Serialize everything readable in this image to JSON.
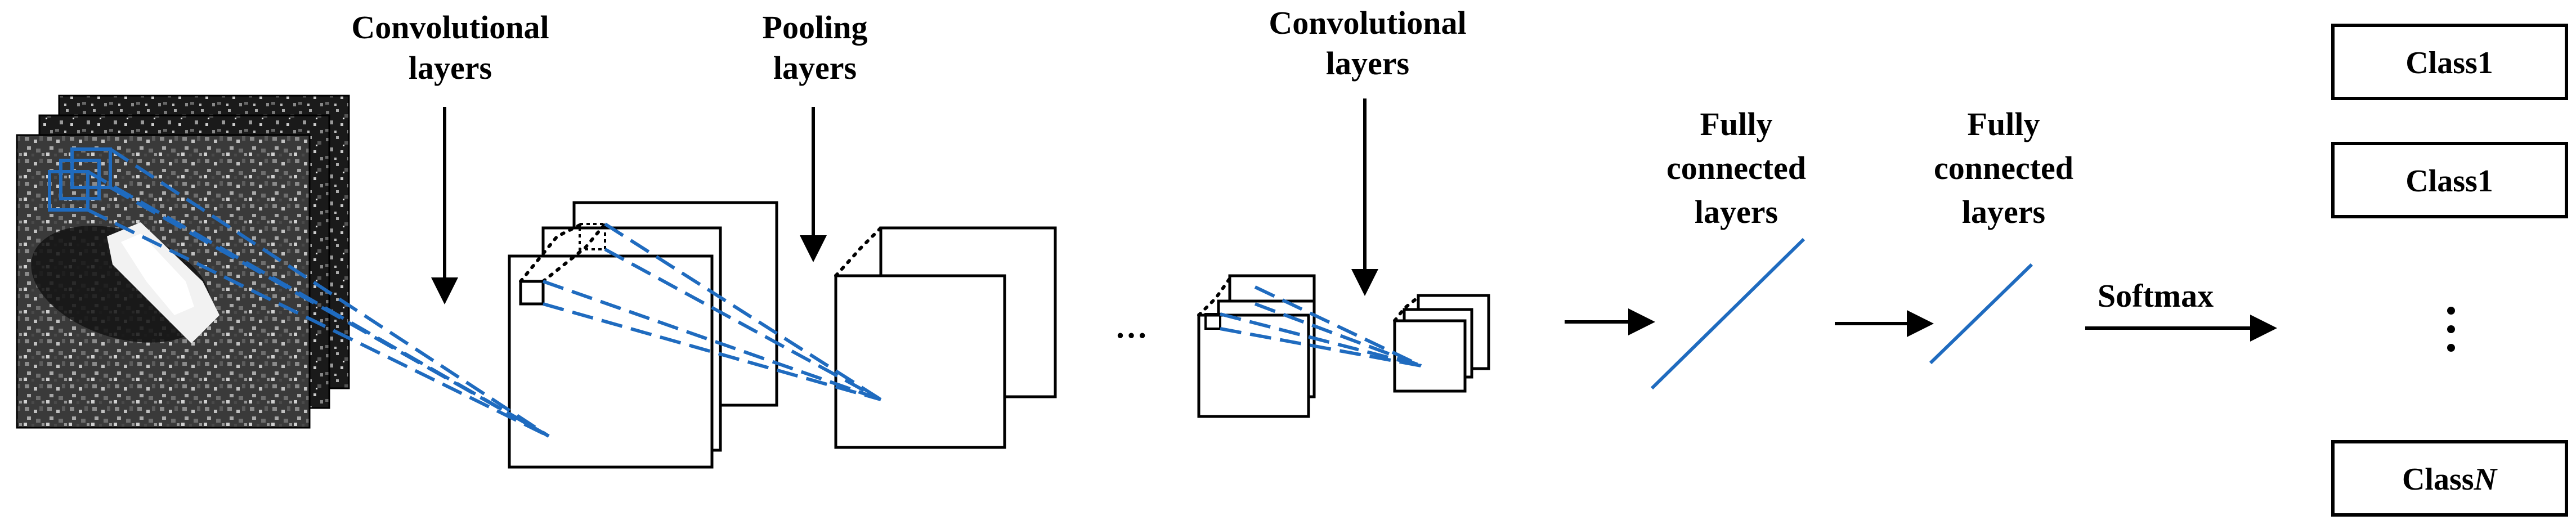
{
  "labels": {
    "conv1": [
      "Convolutional",
      "layers"
    ],
    "pool": [
      "Pooling",
      "layers"
    ],
    "conv2": [
      "Convolutional",
      "layers"
    ],
    "fc1": [
      "Fully",
      "connected",
      "layers"
    ],
    "fc2": [
      "Fully",
      "connected",
      "layers"
    ],
    "softmax": "Softmax",
    "ellipsis": "…"
  },
  "classes": {
    "first": "Class1",
    "second": "Class1",
    "last_prefix": "Class",
    "last_suffix": "N"
  },
  "colors": {
    "connection": "#1f6bbf",
    "stroke": "#000000",
    "fill": "#ffffff"
  }
}
